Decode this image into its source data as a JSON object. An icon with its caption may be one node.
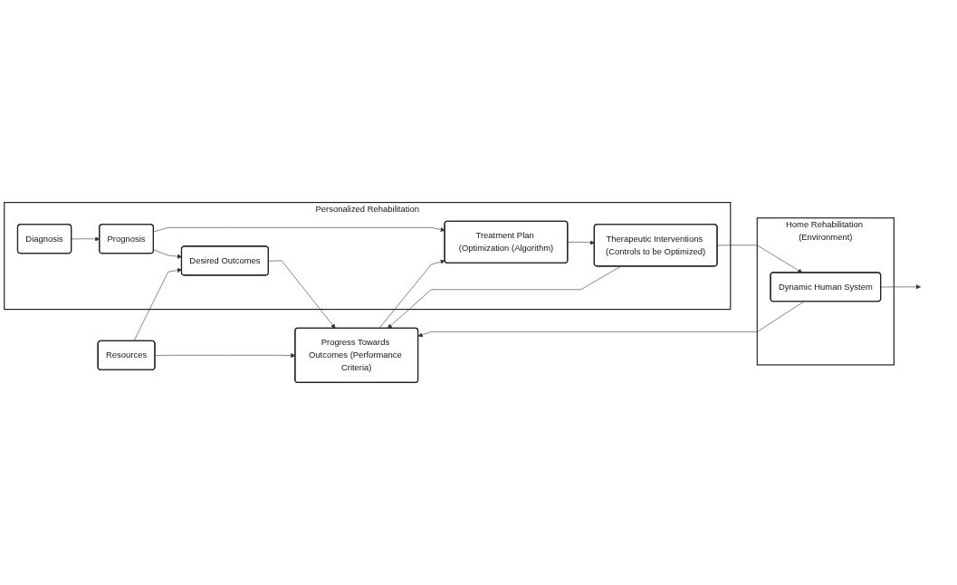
{
  "diagram": {
    "nodes": [
      {
        "text": [
          "Personalized Rehabilitation"
        ]
      },
      {
        "text": [
          "Diagnosis"
        ],
        "in": 0
      },
      {
        "text": [
          "Prognosis"
        ],
        "in": 0
      },
      {
        "text": [
          "Desired Outcomes"
        ],
        "in": 0
      },
      {
        "text": [
          "Treatment Plan (Optimization (Algorithm)"
        ],
        "in": 0
      },
      {
        "text": [
          "Therapeutic Interventions (Controls to be Optimized)"
        ],
        "in": 0
      },
      {
        "text": [
          "Resources"
        ]
      },
      {
        "text": [
          "Progress Towards Outcomes (Performance Criteria)"
        ]
      },
      {
        "text": [
          "Home Rehabilitation (Environment)"
        ]
      },
      {
        "text": [
          "Dynamic Human System"
        ],
        "in": 8
      }
    ],
    "edges": [
      {
        "from": 1,
        "to": 2,
        "arrow": "to"
      },
      {
        "from": 2,
        "to": 3,
        "arrow": "to"
      },
      {
        "from": 2,
        "to": 4,
        "arrow": "to"
      },
      {
        "from": 6,
        "to": 3,
        "arrow": "to"
      },
      {
        "from": 6,
        "to": 7,
        "arrow": "to"
      },
      {
        "from": 3,
        "to": 7,
        "arrow": "to"
      },
      {
        "from": 7,
        "to": 4,
        "arrow": "to"
      },
      {
        "from": 4,
        "to": 5,
        "arrow": "to"
      },
      {
        "from": 5,
        "to": 9,
        "arrow": "to"
      },
      {
        "from": 5,
        "to": 7,
        "arrow": "to"
      },
      {
        "from": 9,
        "to": null,
        "arrow": "to"
      },
      {
        "from": 9,
        "to": 7,
        "arrow": "to"
      }
    ]
  }
}
